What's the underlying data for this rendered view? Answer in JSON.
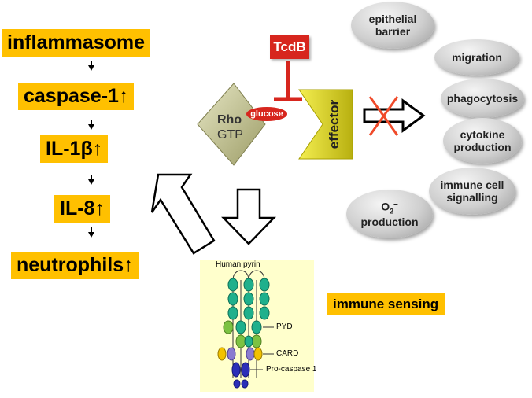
{
  "cascade": {
    "inflammasome": "inflammasome",
    "caspase": "caspase-1",
    "il1b": "IL-1β",
    "il8": "IL-8",
    "neutrophils": "neutrophils",
    "up_arrow": "↑"
  },
  "toxin": {
    "label": "TcdB"
  },
  "rho": {
    "name": "Rho",
    "nucleotide": "GTP",
    "glucose": "glucose"
  },
  "effector": {
    "label": "effector"
  },
  "functions": {
    "epithelial_barrier": [
      "epithelial",
      "barrier"
    ],
    "migration": "migration",
    "phagocytosis": "phagocytosis",
    "cytokine": [
      "cytokine",
      "production"
    ],
    "immune_signalling": [
      "immune cell",
      "signalling"
    ],
    "o2": {
      "symbol": "O",
      "sub": "2",
      "sup": "–",
      "word": "production"
    }
  },
  "pyrin": {
    "title": "Human pyrin",
    "pyd": "PYD",
    "card": "CARD",
    "procaspase": "Pro-caspase 1"
  },
  "immune_sensing": "immune sensing",
  "colors": {
    "orange": "#FFC000",
    "red": "#D7261E",
    "olive_dark": "#8C8C55",
    "effector_yellow": "#E8E020",
    "pyrin_teal": "#1FB08C",
    "pyrin_green": "#7CC242",
    "pyrin_purple": "#8A7BD0",
    "pyrin_yellow": "#F2C200",
    "pyrin_blue": "#2B2FB8",
    "panel": "#FFFFCC"
  }
}
